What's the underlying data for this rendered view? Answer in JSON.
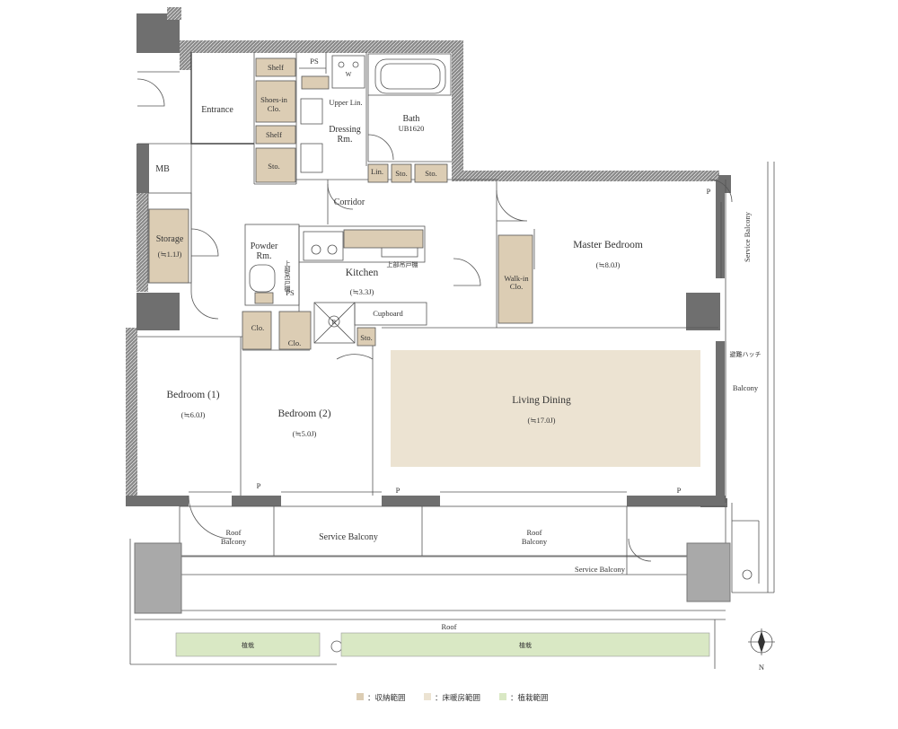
{
  "colors": {
    "storage": "#dccdb4",
    "floor_heating": "#ece3d2",
    "planting": "#d9e8c4",
    "wall": "#6f6f6f"
  },
  "rooms": {
    "entrance": "Entrance",
    "shoes_in": "Shoes-in",
    "shoes_in2": "Clo.",
    "shelf_top": "Shelf",
    "shelf_bottom": "Shelf",
    "sto_entry": "Sto.",
    "ps_top": "PS",
    "washer": "W",
    "upper_lin": "Upper Lin.",
    "dressing": "Dressing",
    "dressing2": "Rm.",
    "bath": "Bath",
    "bath_unit": "UB1620",
    "lin": "Lin.",
    "sto_a": "Sto.",
    "sto_b": "Sto.",
    "corridor": "Corridor",
    "mb": "MB",
    "storage": "Storage",
    "storage_size": "(≒1.1J)",
    "powder": "Powder",
    "powder2": "Rm.",
    "powder_note": "上部吊戸棚",
    "ps_powder": "PS",
    "kitchen": "Kitchen",
    "kitchen_size": "(≒3.3J)",
    "kitchen_note": "上部吊戸棚",
    "cupboard": "Cupboard",
    "refrigerator": "R",
    "sto_kitchen": "Sto.",
    "clo_small": "Clo.",
    "clo": "Clo.",
    "master": "Master Bedroom",
    "master_size": "(≒8.0J)",
    "walkin": "Walk-in",
    "walkin2": "Clo.",
    "p_master": "P",
    "living": "Living Dining",
    "living_size": "(≒17.0J)",
    "bed1": "Bedroom (1)",
    "bed1_size": "(≒6.0J)",
    "bed2": "Bedroom (2)",
    "bed2_size": "(≒5.0J)",
    "p_bed2": "P",
    "p_living1": "P",
    "p_living2": "P"
  },
  "outdoor": {
    "service_balcony_east": "Service Balcony",
    "hatch_note": "避難ハッチ",
    "balcony": "Balcony",
    "roof_balcony_left": "Roof",
    "roof_balcony_left2": "Balcony",
    "service_balcony_south": "Service Balcony",
    "roof_balcony_right": "Roof",
    "roof_balcony_right2": "Balcony",
    "service_balcony_lower": "Service Balcony",
    "roof": "Roof",
    "planting_left": "植栽",
    "planting_right": "植栽"
  },
  "compass": {
    "north": "N"
  },
  "legend": [
    {
      "label": "：収納範囲"
    },
    {
      "label": "：床暖房範囲"
    },
    {
      "label": "：植栽範囲"
    }
  ]
}
